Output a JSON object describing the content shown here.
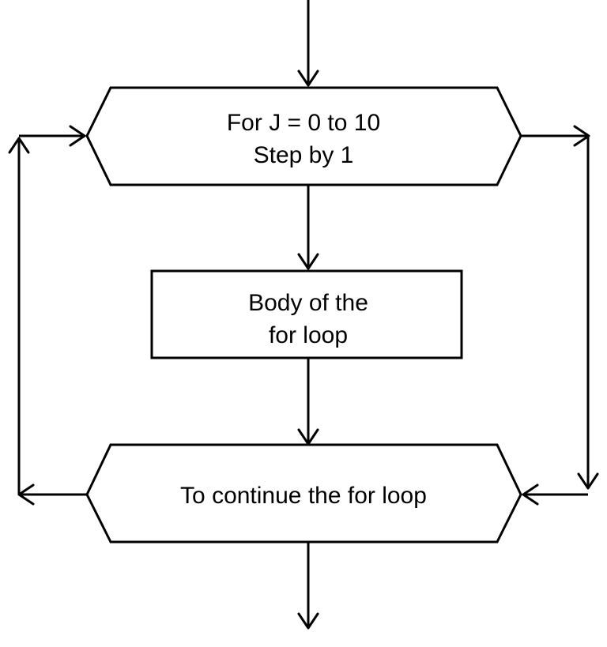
{
  "diagram": {
    "nodes": {
      "loop_start": {
        "line1": "For J = 0 to 10",
        "line2": "Step by 1"
      },
      "body": {
        "line1": "Body of the",
        "line2": "for loop"
      },
      "loop_end": {
        "line1": "To continue the for loop"
      }
    }
  }
}
